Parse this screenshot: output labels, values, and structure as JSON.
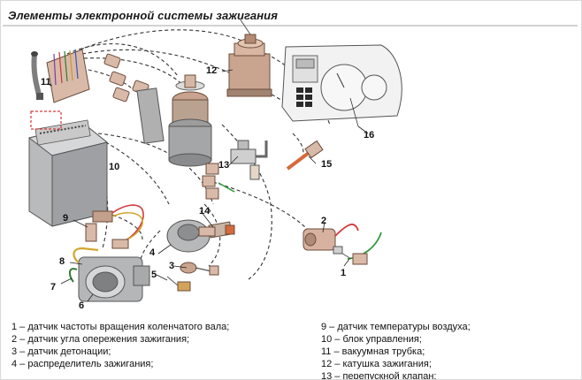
{
  "title": "Элементы электронной системы зажигания",
  "callouts": {
    "c1": "1",
    "c2": "2",
    "c3": "3",
    "c4": "4",
    "c5": "5",
    "c6": "6",
    "c7": "7",
    "c8": "8",
    "c9": "9",
    "c10": "10",
    "c11": "11",
    "c12": "12",
    "c13": "13",
    "c14": "14",
    "c15": "15",
    "c16": "16"
  },
  "legend_left": [
    "1 – датчик частоты вращения коленчатого вала;",
    "2 – датчик угла опережения зажигания;",
    "3 – датчик детонации;",
    "4 – распределитель зажигания;"
  ],
  "legend_right": [
    "9 – датчик температуры воздуха;",
    "10 – блок управления;",
    "11 – вакуумная трубка;",
    "12 – катушка зажигания;",
    "13 – перепускной клапан;"
  ]
}
